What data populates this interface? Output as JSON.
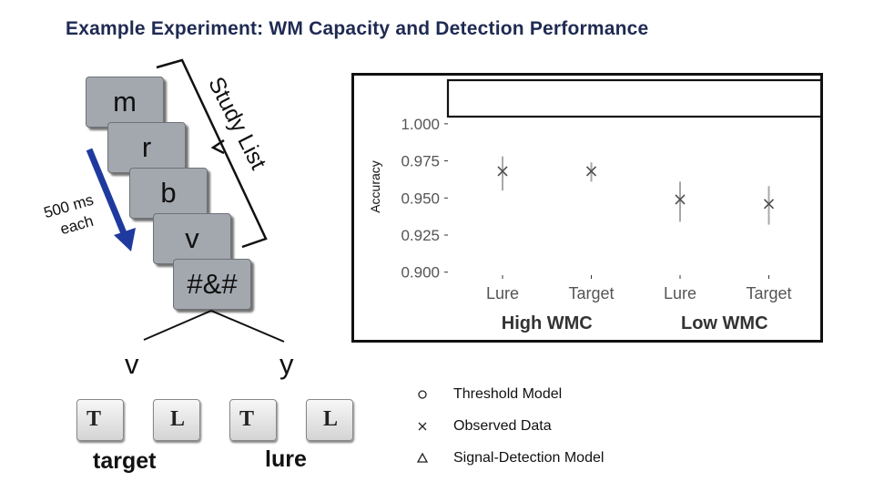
{
  "title": "Example Experiment: WM Capacity and Detection Performance",
  "stimuli": {
    "cards": [
      "m",
      "r",
      "b",
      "v",
      "#&#"
    ],
    "study_list_label": "Study List",
    "timing_label": "500 ms each",
    "timing_line1": "500 ms",
    "timing_line2": "each"
  },
  "responses": [
    {
      "letter": "v",
      "keys": [
        "T",
        "L"
      ],
      "outcome": "target"
    },
    {
      "letter": "y",
      "keys": [
        "T",
        "L"
      ],
      "outcome": "lure"
    }
  ],
  "chart_data": {
    "type": "scatter",
    "title": "",
    "xlabel": "",
    "ylabel": "Accuracy",
    "ylim": [
      0.89,
      1.03
    ],
    "yticks": [
      0.9,
      0.925,
      0.95,
      0.975,
      1.0
    ],
    "ytick_labels": [
      "0.900",
      "0.925",
      "0.950",
      "0.975",
      "1.000"
    ],
    "categories": [
      "Lure",
      "Target",
      "Lure",
      "Target"
    ],
    "groups": [
      {
        "label": "High WMC",
        "span": [
          0,
          1
        ]
      },
      {
        "label": "Low WMC",
        "span": [
          2,
          3
        ]
      }
    ],
    "series": [
      {
        "name": "Observed Data",
        "marker": "x",
        "values": [
          0.968,
          0.968,
          0.949,
          0.946
        ],
        "error_low": [
          0.955,
          0.961,
          0.934,
          0.932
        ],
        "error_high": [
          0.978,
          0.974,
          0.961,
          0.958
        ]
      }
    ],
    "grid": false,
    "highlight_box": true
  },
  "legend": [
    {
      "marker": "circle",
      "label": "Threshold Model"
    },
    {
      "marker": "x",
      "label": "Observed Data"
    },
    {
      "marker": "triangle",
      "label": "Signal-Detection Model"
    }
  ],
  "colors": {
    "title": "#1f2a52",
    "card": "#a3a8ae",
    "arrow": "#1f3a9e",
    "marker": "#4d4d4d",
    "error_bar": "#a8a8a8"
  }
}
